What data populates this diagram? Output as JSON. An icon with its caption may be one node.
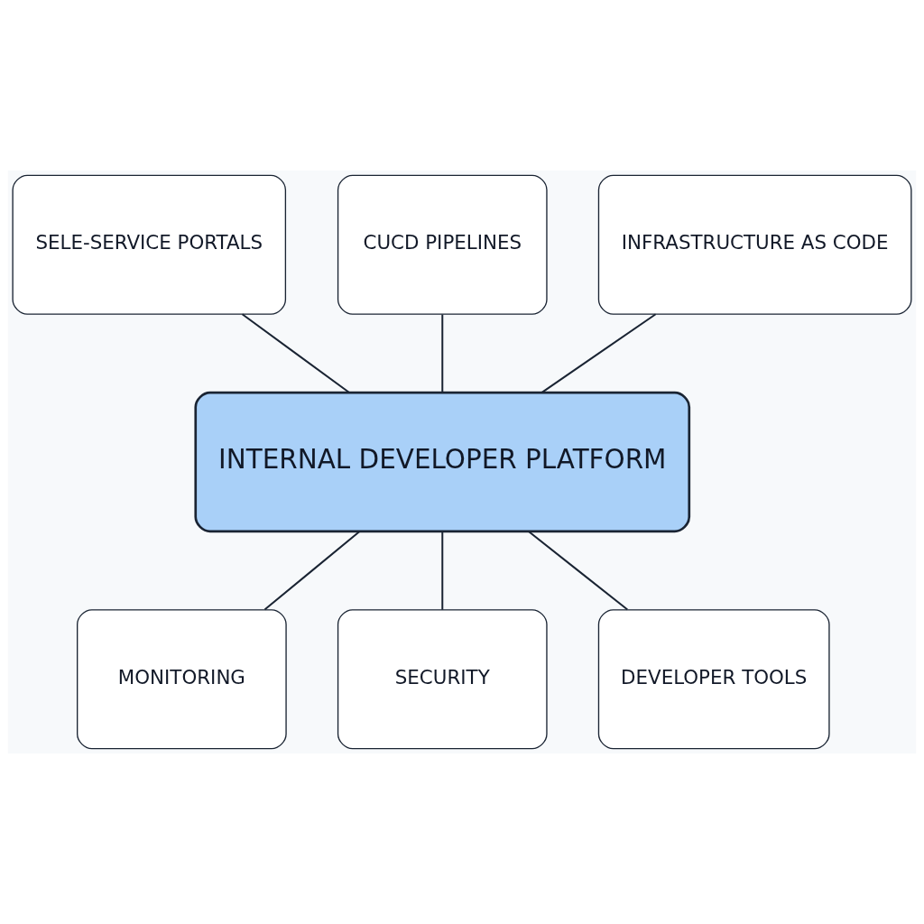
{
  "diagram": {
    "nodes": [
      {
        "text": [
          "SELE-SERVICE PORTALS"
        ]
      },
      {
        "text": [
          "CUCD PIPELINES"
        ]
      },
      {
        "text": [
          "INFRASTRUCTURE AS CODE"
        ]
      },
      {
        "text": [
          "INTERNAL DEVELOPER PLATFORM"
        ]
      },
      {
        "text": [
          "MONITORING"
        ]
      },
      {
        "text": [
          "SECURITY"
        ]
      },
      {
        "text": [
          "DEVELOPER TOOLS"
        ]
      }
    ],
    "edges": [
      {
        "from": 0,
        "to": 3,
        "arrow": "none"
      },
      {
        "from": 1,
        "to": 3,
        "arrow": "none"
      },
      {
        "from": 2,
        "to": 3,
        "arrow": "none"
      },
      {
        "from": 3,
        "to": 4,
        "arrow": "none"
      },
      {
        "from": 3,
        "to": 5,
        "arrow": "none"
      },
      {
        "from": 3,
        "to": 6,
        "arrow": "none"
      }
    ]
  }
}
